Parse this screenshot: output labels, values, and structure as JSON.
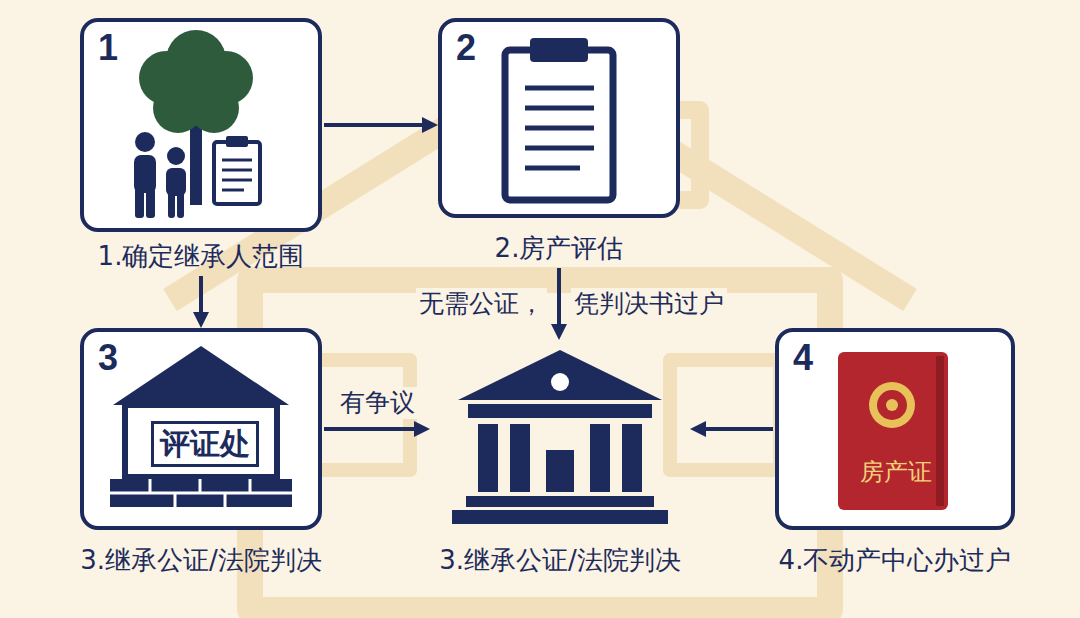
{
  "diagram": {
    "nodes": [
      {
        "text": [
          "1",
          "1.确定继承人范围"
        ]
      },
      {
        "text": [
          "2",
          "2.房产评估"
        ]
      },
      {
        "text": [
          "3",
          "评证处",
          "3.继承公证/法院判决"
        ]
      },
      {
        "text": [
          "3.继承公证/法院判决"
        ]
      },
      {
        "text": [
          "4",
          "房产证",
          "4.不动产中心办过户"
        ]
      }
    ],
    "edges": [
      {
        "from": 0,
        "to": 1,
        "arrow": "to"
      },
      {
        "from": 0,
        "to": 2,
        "arrow": "to"
      },
      {
        "from": 2,
        "to": 3,
        "label": "有争议",
        "arrow": "to"
      },
      {
        "from": 1,
        "to": 3,
        "arrow": "to"
      },
      {
        "from": 4,
        "to": 3,
        "arrow": "to"
      }
    ],
    "labels": [
      "无需公证，",
      "凭判决书过户"
    ]
  }
}
